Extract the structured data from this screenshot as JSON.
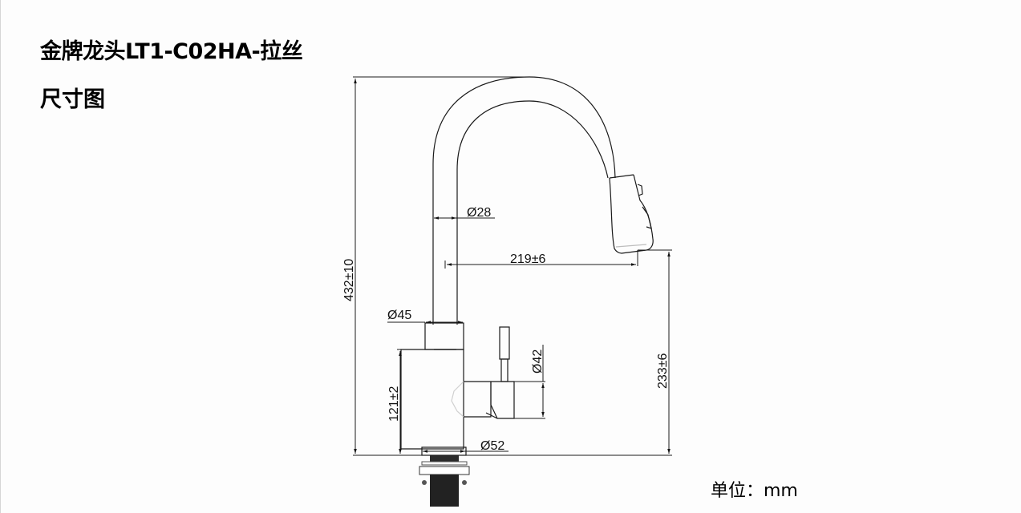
{
  "header": {
    "title": "金牌龙头LT1-C02HA-拉丝",
    "subtitle": "尺寸图"
  },
  "drawing": {
    "type": "faucet-dimension-drawing",
    "line_color": "#1a1a1a",
    "dimensions": {
      "overall_height": "432±10",
      "spout_reach": "219±6",
      "spout_outlet_height": "233±6",
      "body_height": "121±2",
      "spout_tube_diameter": "Ø28",
      "neck_diameter": "Ø45",
      "handle_hub_diameter": "Ø42",
      "base_diameter": "Ø52"
    }
  },
  "footer": {
    "unit_label": "单位：mm"
  }
}
